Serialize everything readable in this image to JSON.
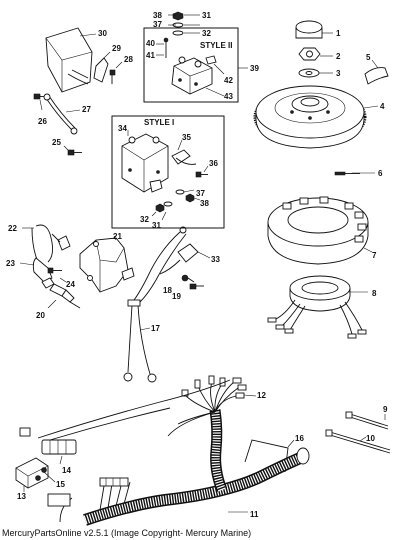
{
  "diagram": {
    "style_labels": {
      "style_one": "STYLE I",
      "style_two": "STYLE II"
    },
    "callouts": {
      "c1": "1",
      "c2": "2",
      "c3": "3",
      "c4": "4",
      "c5": "5",
      "c6": "6",
      "c7": "7",
      "c8": "8",
      "c9": "9",
      "c10": "10",
      "c11": "11",
      "c12": "12",
      "c13": "13",
      "c14": "14",
      "c15": "15",
      "c16": "16",
      "c17": "17",
      "c18": "18",
      "c19": "19",
      "c20": "20",
      "c21": "21",
      "c22": "22",
      "c23": "23",
      "c24": "24",
      "c25": "25",
      "c26": "26",
      "c27": "27",
      "c28": "28",
      "c29": "29",
      "c30": "30",
      "c31a": "31",
      "c31b": "31",
      "c32a": "32",
      "c32b": "32",
      "c33": "33",
      "c34": "34",
      "c35": "35",
      "c36": "36",
      "c37a": "37",
      "c37b": "37",
      "c38a": "38",
      "c38b": "38",
      "c39": "39",
      "c40": "40",
      "c41": "41",
      "c42": "42",
      "c43": "43"
    }
  },
  "footer": {
    "text": "MercuryPartsOnline v2.5.1 (Image Copyright- Mercury Marine)"
  }
}
